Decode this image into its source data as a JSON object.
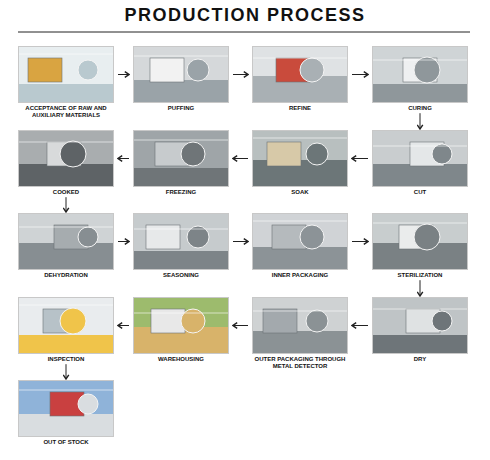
{
  "diagram": {
    "title": "PRODUCTION PROCESS",
    "nodes": [
      {
        "text": [
          "ACCEPTANCE OF RAW AND AUXILIARY MATERIALS"
        ]
      },
      {
        "text": [
          "PUFFING"
        ]
      },
      {
        "text": [
          "REFINE"
        ]
      },
      {
        "text": [
          "CURING"
        ]
      },
      {
        "text": [
          "CUT"
        ]
      },
      {
        "text": [
          "SOAK"
        ]
      },
      {
        "text": [
          "FREEZING"
        ]
      },
      {
        "text": [
          "COOKED"
        ]
      },
      {
        "text": [
          "DEHYDRATION"
        ]
      },
      {
        "text": [
          "SEASONING"
        ]
      },
      {
        "text": [
          "INNER PACKAGING"
        ]
      },
      {
        "text": [
          "STERILIZATION"
        ]
      },
      {
        "text": [
          "DRY"
        ]
      },
      {
        "text": [
          "OUTER PACKAGING THROUGH METAL DETECTOR"
        ]
      },
      {
        "text": [
          "WAREHOUSING"
        ]
      },
      {
        "text": [
          "INSPECTION"
        ]
      },
      {
        "text": [
          "OUT OF STOCK"
        ]
      }
    ],
    "edges": [
      {
        "from": 0,
        "to": 1,
        "arrow": "to"
      },
      {
        "from": 1,
        "to": 2,
        "arrow": "to"
      },
      {
        "from": 2,
        "to": 3,
        "arrow": "to"
      },
      {
        "from": 3,
        "to": 4,
        "arrow": "to"
      },
      {
        "from": 4,
        "to": 5,
        "arrow": "to"
      },
      {
        "from": 5,
        "to": 6,
        "arrow": "to"
      },
      {
        "from": 6,
        "to": 7,
        "arrow": "to"
      },
      {
        "from": 7,
        "to": 8,
        "arrow": "to"
      },
      {
        "from": 8,
        "to": 9,
        "arrow": "to"
      },
      {
        "from": 9,
        "to": 10,
        "arrow": "to"
      },
      {
        "from": 10,
        "to": 11,
        "arrow": "to"
      },
      {
        "from": 11,
        "to": 12,
        "arrow": "to"
      },
      {
        "from": 12,
        "to": 13,
        "arrow": "to"
      },
      {
        "from": 13,
        "to": 14,
        "arrow": "to"
      },
      {
        "from": 14,
        "to": 15,
        "arrow": "to"
      },
      {
        "from": 15,
        "to": 16,
        "arrow": "to"
      }
    ]
  }
}
